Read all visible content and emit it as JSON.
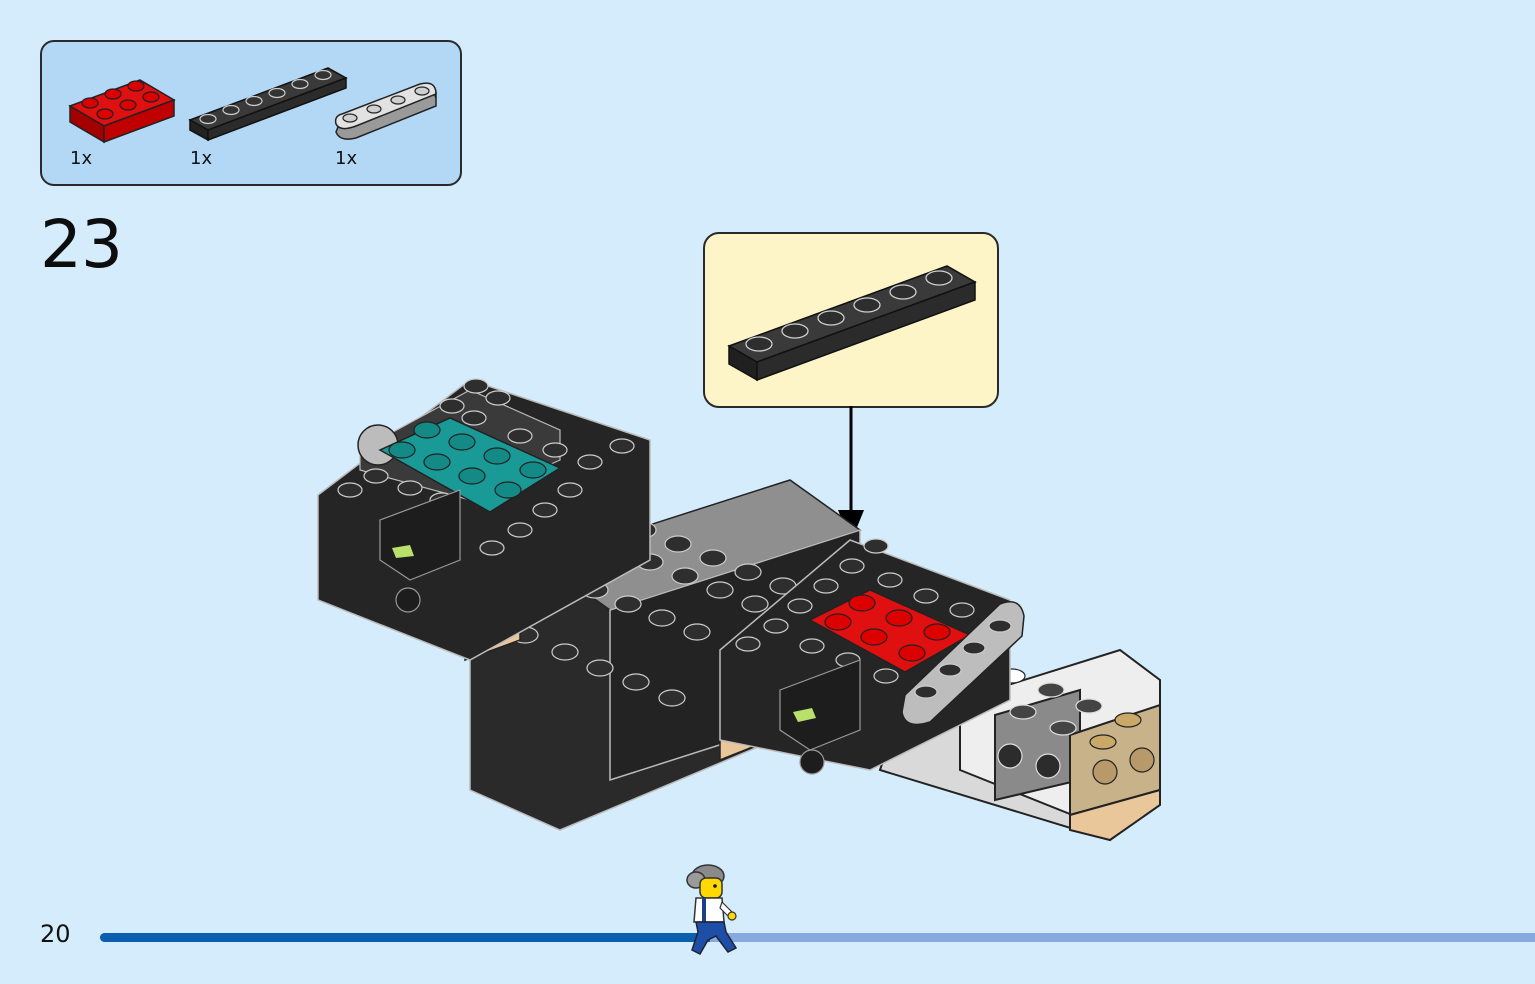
{
  "page": {
    "number": "20",
    "progress_fraction": 0.425
  },
  "step": {
    "number": "23"
  },
  "parts_list": [
    {
      "quantity": "1x",
      "color": "#d40000",
      "icon": "red-plate-2x3-icon"
    },
    {
      "quantity": "1x",
      "color": "#2b2b2b",
      "icon": "black-plate-1x6-icon"
    },
    {
      "quantity": "1x",
      "color": "#b5b5b5",
      "icon": "grey-rounded-plate-1x4-icon"
    }
  ],
  "callout": {
    "icon": "black-plate-1x6-icon"
  },
  "colors": {
    "background": "#d4ecfb",
    "parts_box": "#b3d8f6",
    "callout": "#fdf4c8",
    "progress_done": "#0a5fb0",
    "progress_remaining": "#86aadf"
  }
}
